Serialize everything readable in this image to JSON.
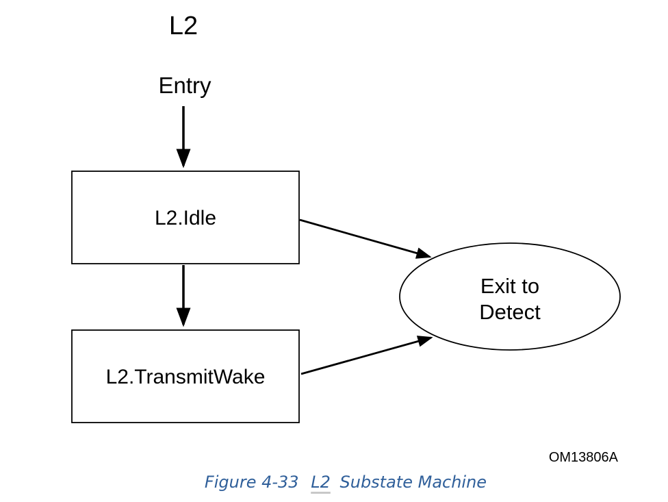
{
  "diagram": {
    "title": "L2",
    "entry_label": "Entry",
    "states": {
      "idle": "L2.Idle",
      "transmit_wake": "L2.TransmitWake"
    },
    "exit_line1": "Exit to",
    "exit_line2": "Detect",
    "figure_id": "OM13806A"
  },
  "caption": {
    "number": "Figure  4-33",
    "link_text": "L2",
    "rest": "Substate Machine"
  }
}
